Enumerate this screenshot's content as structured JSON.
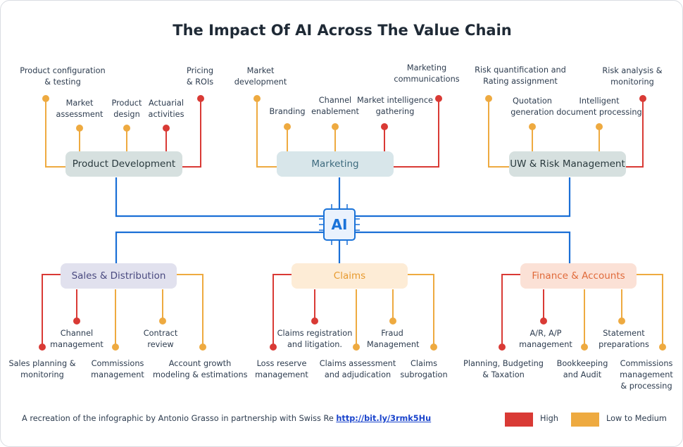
{
  "title": "The Impact Of AI Across The Value Chain",
  "center": "AI",
  "colors": {
    "high": "#d93a35",
    "low_medium": "#eeaa40",
    "hub": "#1a6fd6"
  },
  "categories": {
    "product_development": "Product Development",
    "marketing": "Marketing",
    "uw_risk": "UW & Risk Management",
    "sales_distribution": "Sales & Distribution",
    "claims": "Claims",
    "finance_accounts": "Finance & Accounts"
  },
  "items": {
    "pd_config": "Product configuration\n& testing",
    "pd_market": "Market\nassessment",
    "pd_design": "Product\ndesign",
    "pd_actuarial": "Actuarial\nactivities",
    "pd_pricing": "Pricing\n& ROIs",
    "mk_dev": "Market\ndevelopment",
    "mk_branding": "Branding",
    "mk_channel": "Channel\nenablement",
    "mk_intel": "Market intelligence\ngathering",
    "mk_comm": "Marketing\ncommunications",
    "uw_quant": "Risk quantification and\nRating assignment",
    "uw_quote": "Quotation\ngeneration",
    "uw_doc": "Intelligent\ndocument processing",
    "uw_analysis": "Risk analysis &\nmonitoring",
    "sd_planning": "Sales planning &\nmonitoring",
    "sd_channel": "Channel\nmanagement",
    "sd_commissions": "Commissions\nmanagement",
    "sd_contract": "Contract\nreview",
    "sd_growth": "Account growth\nmodeling & estimations",
    "cl_reserve": "Loss reserve\nmanagement",
    "cl_registration": "Claims registration\nand litigation.",
    "cl_assessment": "Claims assessment\nand adjudication",
    "cl_fraud": "Fraud\nManagement",
    "cl_subrogation": "Claims\nsubrogation",
    "fa_planning": "Planning, Budgeting\n& Taxation",
    "fa_arap": "A/R, A/P\nmanagement",
    "fa_bookkeeping": "Bookkeeping\nand Audit",
    "fa_statement": "Statement\npreparations",
    "fa_commissions": "Commissions\nmanagement\n& processing"
  },
  "footer": {
    "credit": "A recreation of the infographic by Antonio Grasso in partnership with Swiss Re",
    "link": "http://bit.ly/3rmk5Hu"
  },
  "legend": {
    "high": "High",
    "low_medium": "Low to Medium"
  }
}
